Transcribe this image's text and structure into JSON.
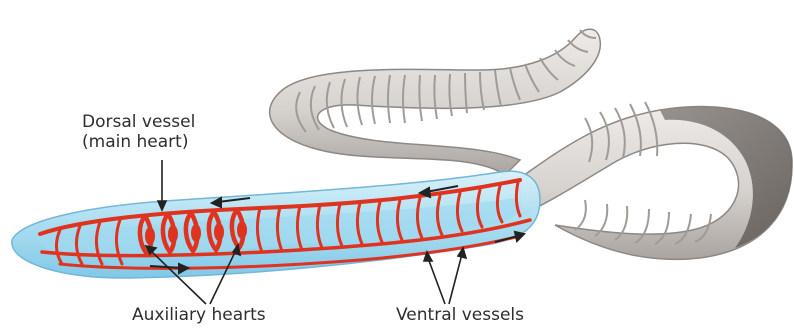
{
  "labels": {
    "dorsal_line1": "Dorsal vessel",
    "dorsal_line2": "(main heart)",
    "auxiliary": "Auxiliary hearts",
    "ventral": "Ventral vessels"
  },
  "colors": {
    "background": "#ffffff",
    "worm_body": "#d8d5d1",
    "worm_segment": "#9f9a95",
    "worm_dark": "#6f6a66",
    "transparent_body": "#bfe6f4",
    "transparent_core": "#8fd2ee",
    "vessel_red": "#e0331f",
    "arrow": "#222222",
    "label_text": "#2e2e2e"
  }
}
